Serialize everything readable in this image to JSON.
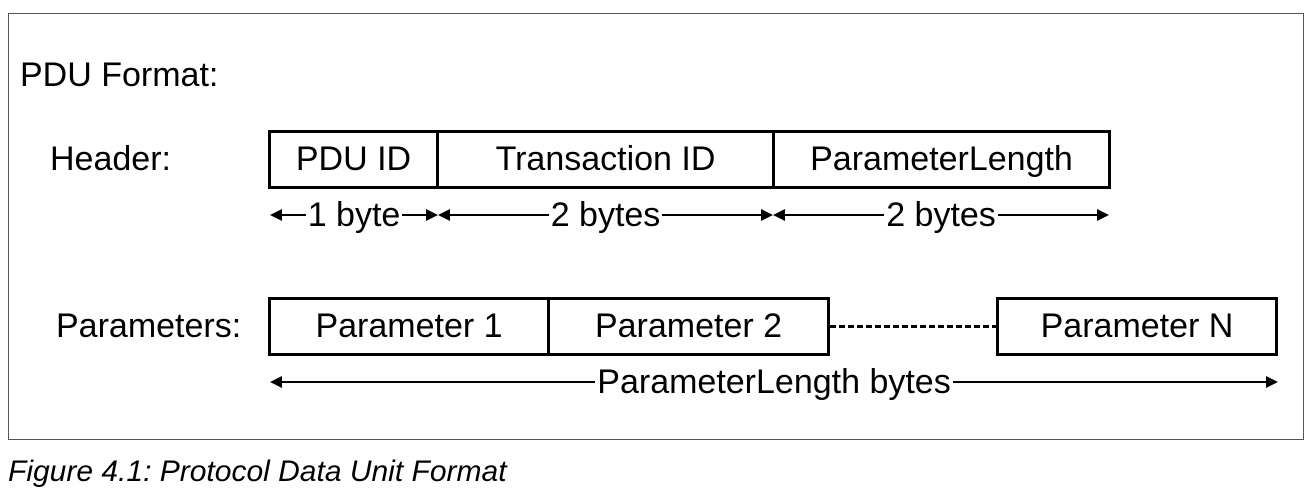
{
  "title": "PDU Format:",
  "header": {
    "label": "Header:",
    "fields": [
      "PDU ID",
      "Transaction ID",
      "ParameterLength"
    ],
    "sizes": [
      "1 byte",
      "2 bytes",
      "2 bytes"
    ]
  },
  "parameters": {
    "label": "Parameters:",
    "fields": [
      "Parameter 1",
      "Parameter 2",
      "Parameter N"
    ],
    "size": "ParameterLength bytes"
  },
  "caption": "Figure 4.1:  Protocol Data Unit Format"
}
